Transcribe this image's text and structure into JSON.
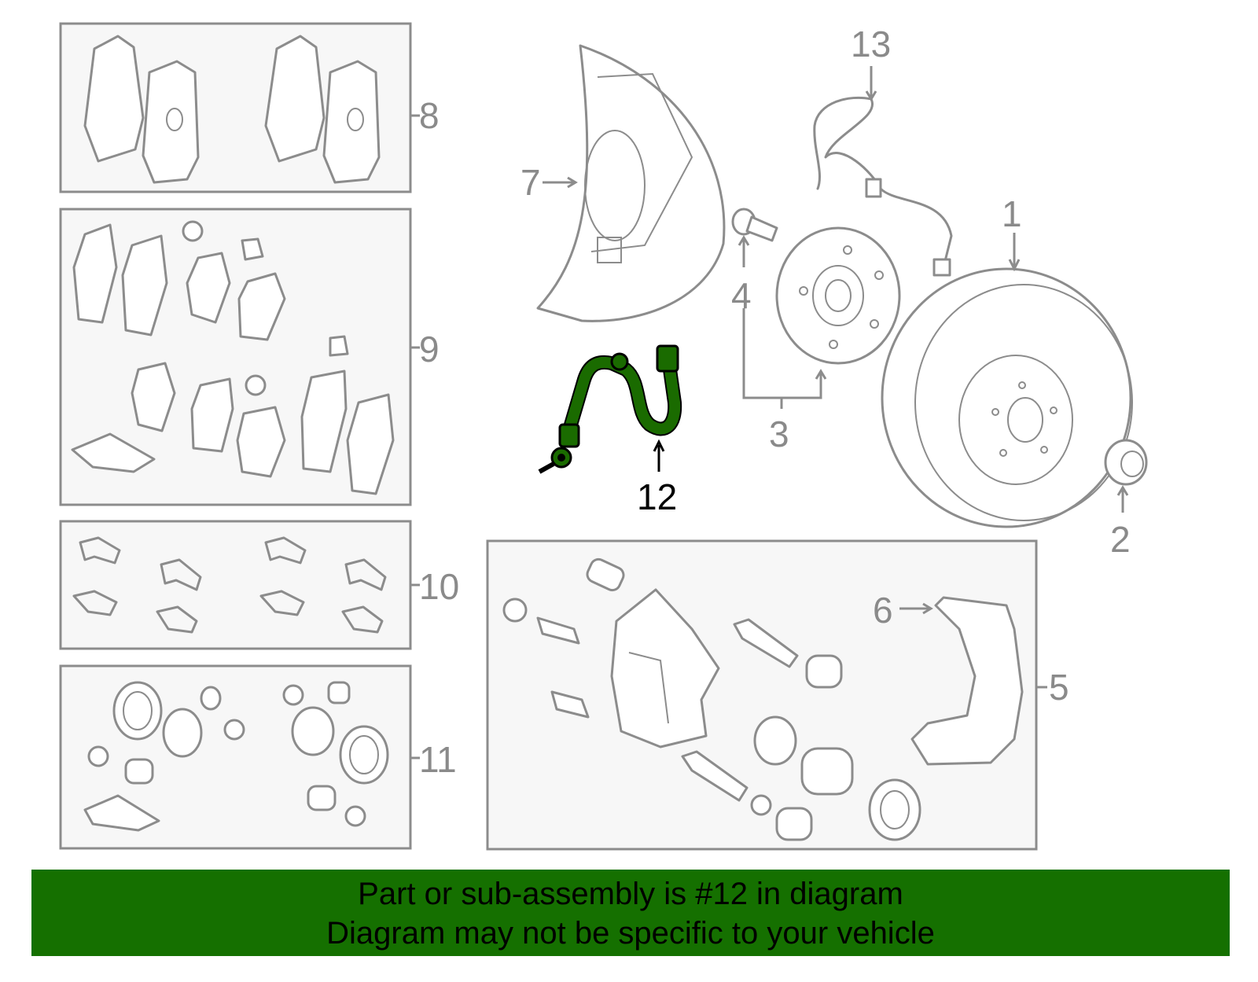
{
  "callouts": {
    "c1": "1",
    "c2": "2",
    "c3": "3",
    "c4": "4",
    "c5": "5",
    "c6": "6",
    "c7": "7",
    "c8": "8",
    "c9": "9",
    "c10": "10",
    "c11": "11",
    "c12": "12",
    "c13": "13"
  },
  "highlighted_part": "12",
  "colors": {
    "highlight": "#1a6b00",
    "banner": "#157000",
    "line": "#8c8c8c"
  },
  "banner": {
    "line1": "Part or sub-assembly is #12 in diagram",
    "line2": "Diagram may not be specific to your vehicle"
  }
}
